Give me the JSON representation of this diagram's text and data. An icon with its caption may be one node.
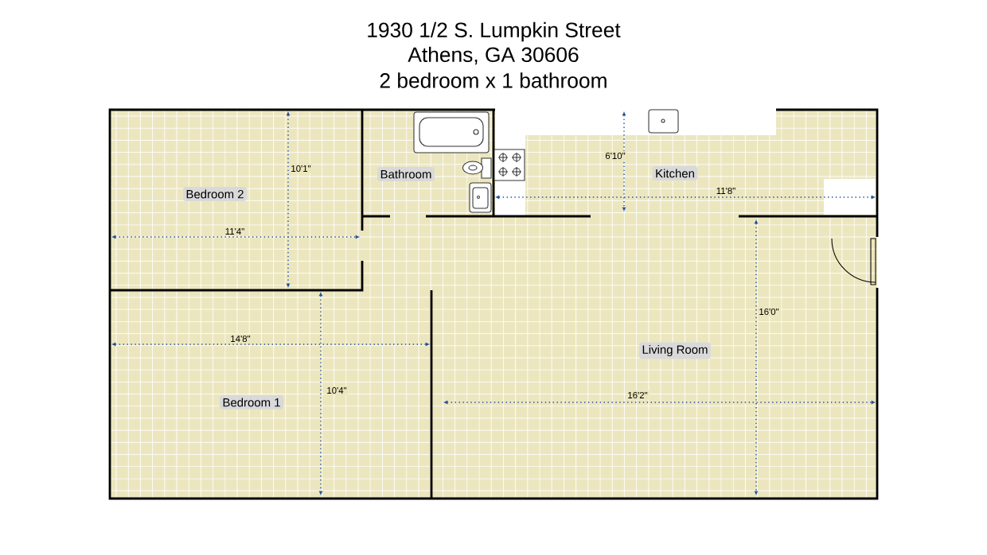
{
  "diagram": {
    "title": "1930 1/2 S. Lumpkin Street",
    "labels": [
      "Athens, GA 30606",
      "2 bedroom x 1 bathroom",
      "10'1\"",
      "Bathroom",
      "6'10\"",
      "Kitchen",
      "Bedroom 2",
      "11'8\"",
      "11'4\"",
      "16'0\"",
      "14'8\"",
      "Living Room",
      "10'4\"",
      "Bedroom 1",
      "16'2\""
    ]
  }
}
